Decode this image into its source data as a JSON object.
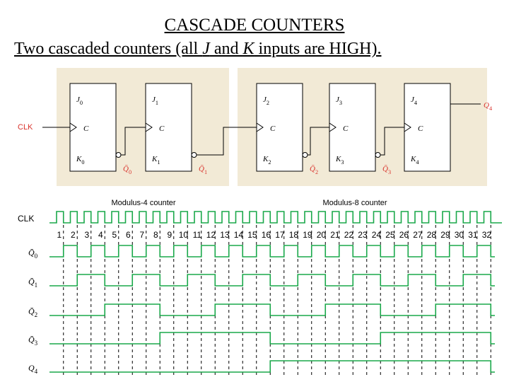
{
  "slide": {
    "title": "CASCADE COUNTERS",
    "subtitle": {
      "prefix": "Two cascaded counters (all ",
      "j": "J",
      "middle": " and ",
      "k": "K",
      "suffix": " inputs are HIGH)."
    }
  },
  "circuit": {
    "panel_color": "#f2ead6",
    "clk_label": "CLK",
    "clk_color": "#d9332c",
    "output_color": "#d9332c",
    "wave_color": "#1aa84a",
    "counter_labels": [
      "Modulus-4 counter",
      "Modulus-8 counter"
    ],
    "flipflops": [
      {
        "j": "J0",
        "k": "K0",
        "c": "C",
        "out": "Q̄0"
      },
      {
        "j": "J1",
        "k": "K1",
        "c": "C",
        "out": "Q̄1"
      },
      {
        "j": "J2",
        "k": "K2",
        "c": "C",
        "out": "Q̄2"
      },
      {
        "j": "J3",
        "k": "K3",
        "c": "C",
        "out": "Q̄3"
      },
      {
        "j": "J4",
        "k": "K4",
        "c": "C",
        "out": "Q4"
      }
    ]
  },
  "timing": {
    "signals": [
      {
        "label": "CLK",
        "period": 1
      },
      {
        "label": "Q̄0",
        "period": 2
      },
      {
        "label": "Q̄1",
        "period": 4
      },
      {
        "label": "Q̄2",
        "period": 8
      },
      {
        "label": "Q̄3",
        "period": 16
      },
      {
        "label": "Q4",
        "period": 32
      }
    ],
    "pulse_numbers": [
      "1",
      "2",
      "3",
      "4",
      "5",
      "6",
      "7",
      "8",
      "9",
      "10",
      "11",
      "12",
      "13",
      "14",
      "15",
      "16",
      "17",
      "18",
      "19",
      "20",
      "21",
      "22",
      "23",
      "24",
      "25",
      "26",
      "27",
      "28",
      "29",
      "30",
      "31",
      "32"
    ]
  }
}
